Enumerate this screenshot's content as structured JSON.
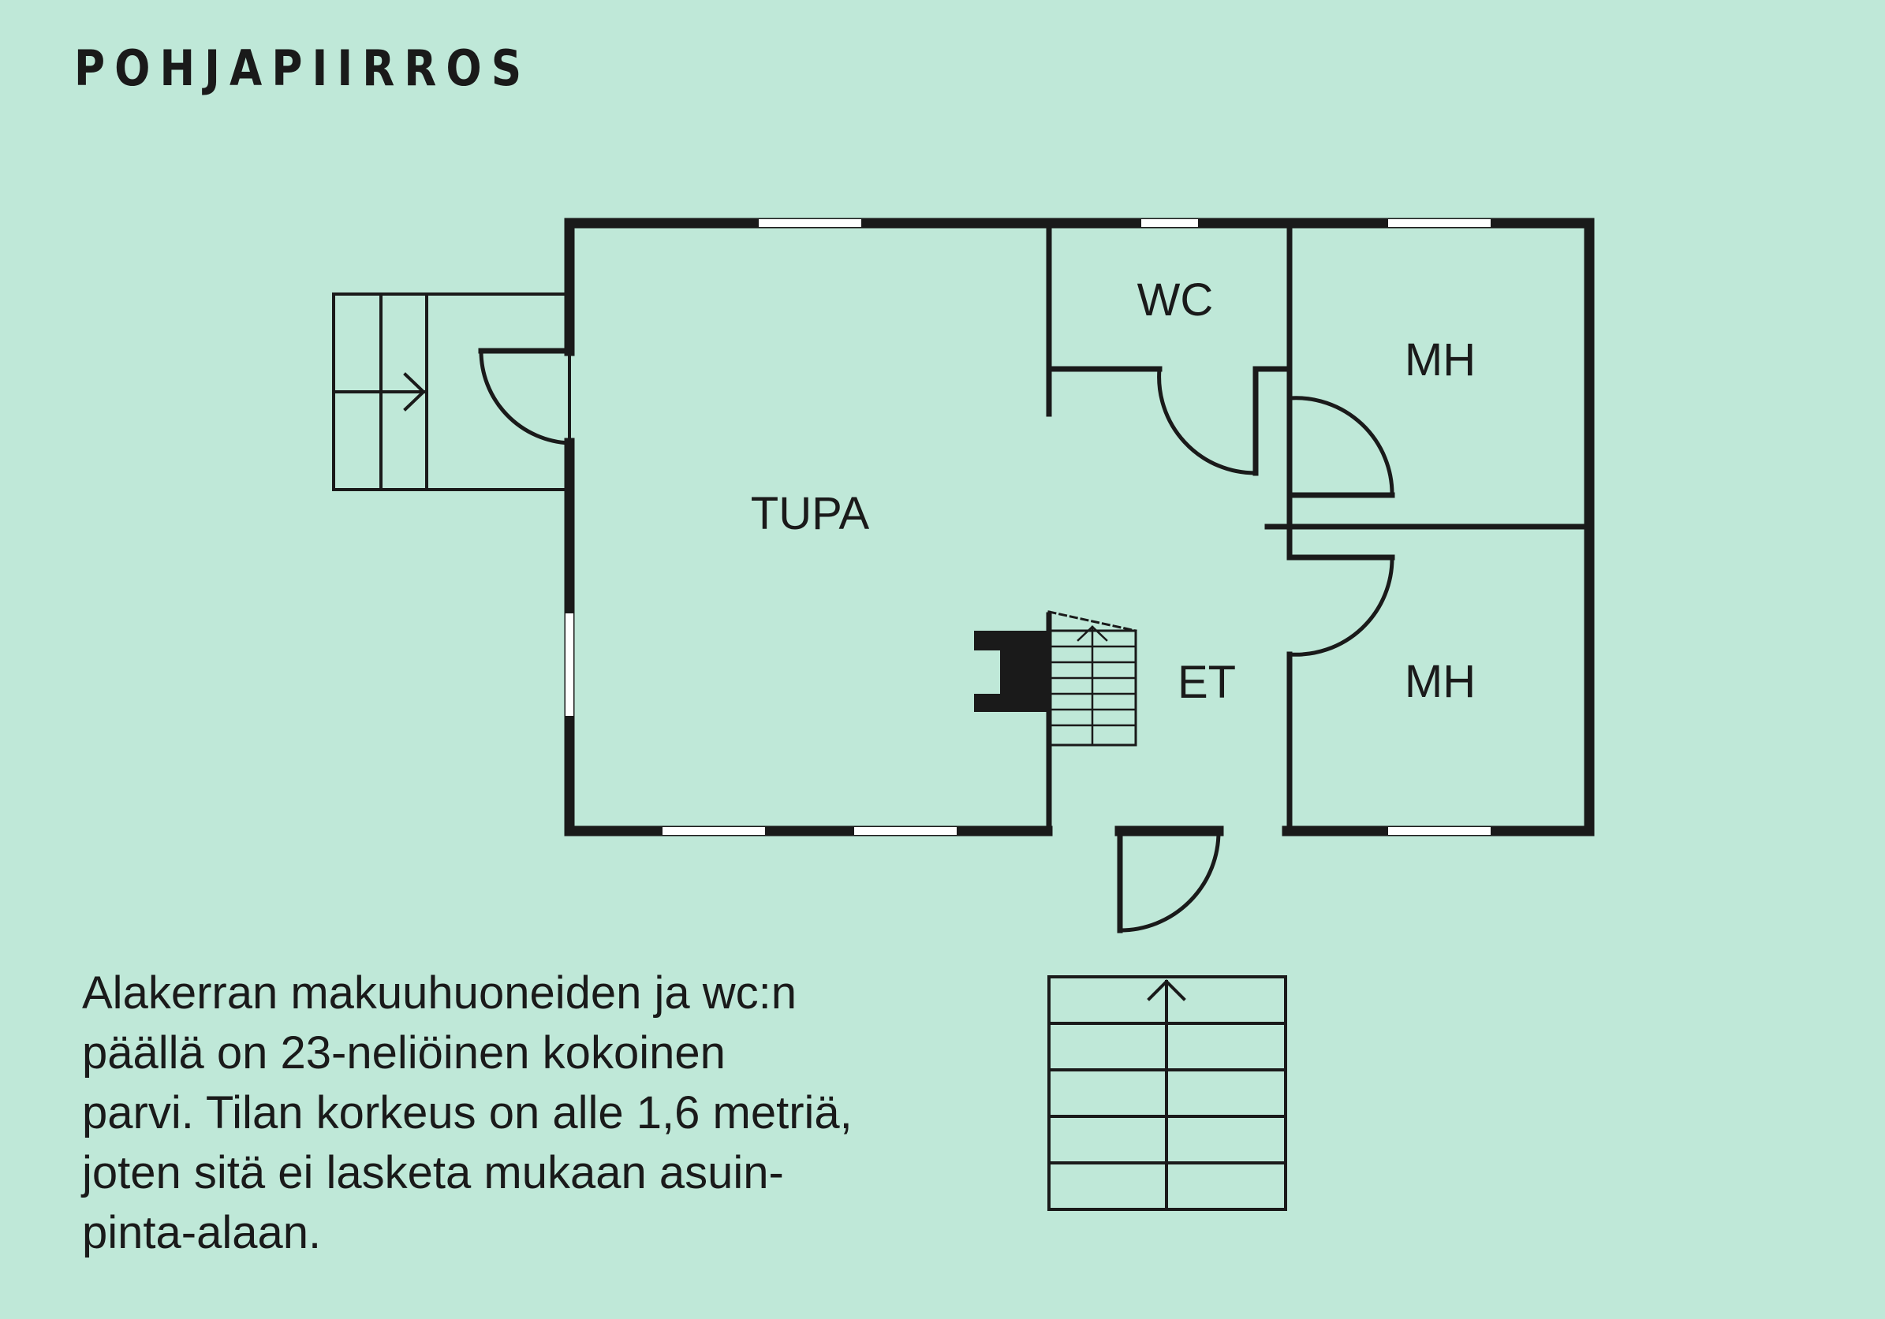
{
  "title": "POHJAPIIRROS",
  "rooms": {
    "tupa": "TUPA",
    "wc": "WC",
    "mh_top": "MH",
    "mh_bottom": "MH",
    "et": "ET"
  },
  "caption_lines": [
    "Alakerran makuuhuoneiden ja wc:n",
    "päällä on 23-neliöinen kokoinen",
    "parvi. Tilan korkeus on alle 1,6 metriä,",
    "joten sitä ei lasketa mukaan asuin-",
    "pinta-alaan."
  ],
  "colors": {
    "background": "#bfe8d8",
    "lines": "#1a1a1a",
    "window": "#ffffff"
  }
}
